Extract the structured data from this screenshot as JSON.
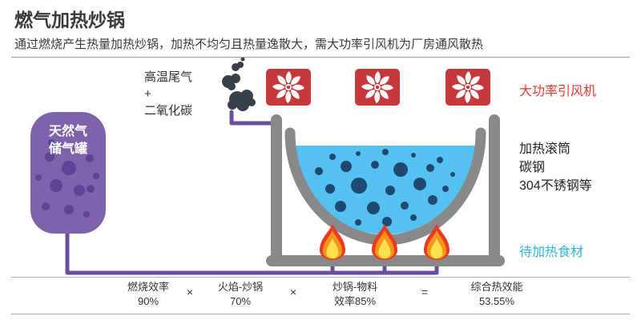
{
  "title": "燃气加热炒锅",
  "subtitle": "通过燃烧产生热量加热炒锅，加热不均匀且热量逸散大，需大功率引风机为厂房通风散热",
  "tank": {
    "label": "天然气\n储气罐"
  },
  "exhaust": {
    "label": "高温尾气\n+\n二氧化碳"
  },
  "fans": {
    "label": "大功率引风机"
  },
  "drum": {
    "label": "加热滚筒\n碳钢\n304不锈钢等"
  },
  "food": {
    "label": "待加热食材"
  },
  "formula": {
    "items": [
      {
        "name": "燃烧效率",
        "value": "90%"
      },
      {
        "name": "火焰-炒锅",
        "value": "70%"
      },
      {
        "name": "炒锅-物料",
        "value": "效率85%"
      }
    ],
    "ops": [
      "×",
      "×",
      "="
    ],
    "result": {
      "name": "综合热效能",
      "value": "53.55%"
    }
  },
  "colors": {
    "tank_purple": "#7e62ac",
    "tank_bubble_purple": "#5c4596",
    "pipe_purple": "#6b4e9d",
    "fan_red": "#c5393d",
    "label_red": "#e0392e",
    "drum_gray": "#898989",
    "liquid_blue": "#55c1f0",
    "bubble_navy": "#1f4971",
    "label_cyan": "#2bb5d9",
    "flame_red": "#e83a22",
    "flame_orange": "#f7941d",
    "flame_yellow": "#ffe14d",
    "smoke_dark": "#3a4047"
  }
}
